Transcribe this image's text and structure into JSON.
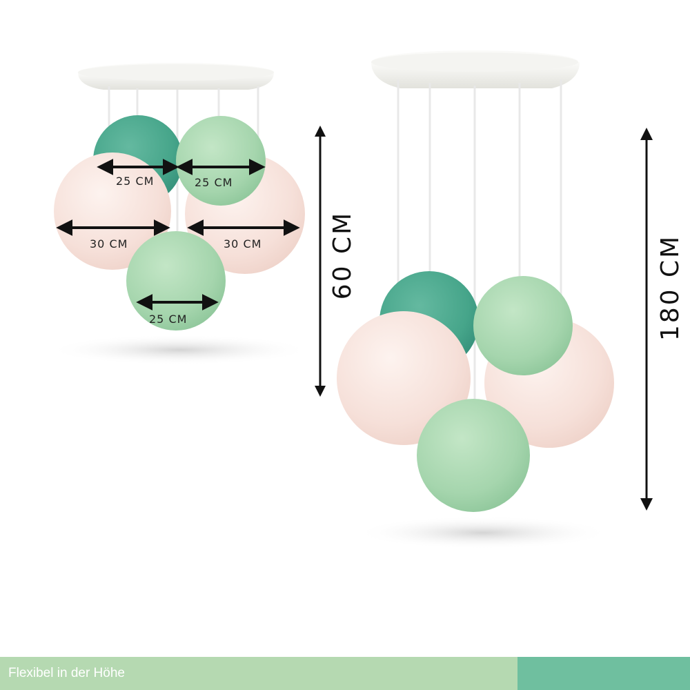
{
  "left_set": {
    "labels": {
      "ball_top_left": "25 CM",
      "ball_top_right": "25 CM",
      "ball_mid_left": "30 CM",
      "ball_mid_right": "30 CM",
      "ball_bottom": "25 CM"
    },
    "height_label": "60 CM"
  },
  "right_set": {
    "height_label": "180 CM"
  },
  "colors": {
    "teal": "#4aa88f",
    "mint": "#a9d8b1",
    "blush": "#f7e4de",
    "canopy": "#f1f1ee",
    "footer_light": "#b5d9b1",
    "footer_dark": "#6fbf9f"
  },
  "footer": {
    "text": "Flexibel in der Höhe"
  }
}
